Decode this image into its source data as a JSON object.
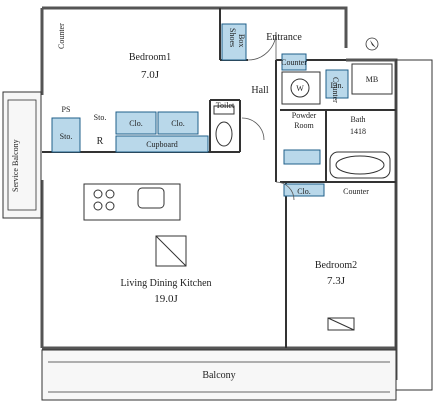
{
  "colors": {
    "wall": "#555555",
    "storage_fill": "#b9d8ea",
    "storage_stroke": "#1f5f8a",
    "line": "#333333",
    "balcony_fill": "#f4f4f4"
  },
  "rooms": {
    "bedroom1": {
      "name": "Bedroom1",
      "size": "7.0J"
    },
    "bedroom2": {
      "name": "Bedroom2",
      "size": "7.3J"
    },
    "ldk": {
      "name": "Living Dining Kitchen",
      "size": "19.0J"
    },
    "entrance": "Entrance",
    "hall": "Hall",
    "toilet": "Toilet",
    "powder_line1": "Powder",
    "powder_line2": "Room",
    "bath_line1": "Bath",
    "bath_line2": "1418",
    "balcony": "Balcony",
    "service_balcony": "Service Balcony",
    "mb": "MB"
  },
  "labels": {
    "counter_top_left": "Counter",
    "counter_entrance": "Counter",
    "counter_powder": "Counter",
    "counter_bedroom2": "Counter",
    "shoes_box_line1": "Shoes",
    "shoes_box_line2": "Box",
    "lin": "Lin.",
    "washer": "W",
    "ps": "PS",
    "sto_small": "Sto.",
    "sto_left": "Sto.",
    "clo_1": "Clo.",
    "clo_2": "Clo.",
    "clo_bedroom2": "Clo.",
    "cupboard": "Cupboard",
    "refrigerator": "R"
  },
  "north_icon": "north-arrow-icon"
}
